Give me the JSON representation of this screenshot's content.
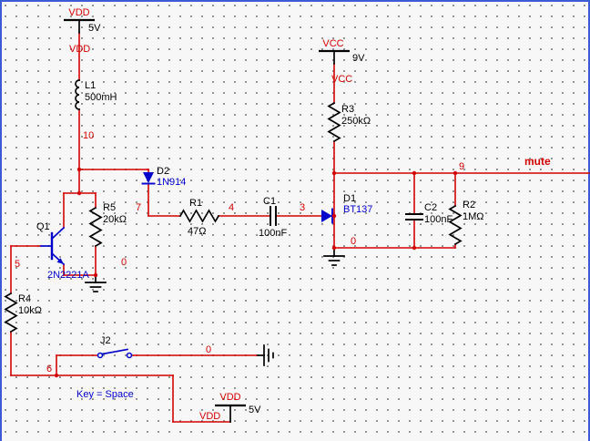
{
  "colors": {
    "wire": "#d40000",
    "component": "#000000",
    "virtual": "#0000cc",
    "bg": "#f7f7f7",
    "grid": "#8c8c8c",
    "border": "#3c5cd6"
  },
  "schematic": {
    "power_sources": {
      "vdd_top": {
        "label": "VDD",
        "voltage": "5V",
        "net_label": "VDD"
      },
      "vcc": {
        "label": "VCC",
        "voltage": "9V",
        "net_label": "VCC"
      },
      "vdd_bottom": {
        "label": "VDD",
        "voltage": "5V",
        "net_label": "VDD"
      }
    },
    "components": {
      "L1": {
        "ref": "L1",
        "value": "500mH"
      },
      "R1": {
        "ref": "R1",
        "value": "47Ω"
      },
      "R2": {
        "ref": "R2",
        "value": "1MΩ"
      },
      "R3": {
        "ref": "R3",
        "value": "250kΩ"
      },
      "R4": {
        "ref": "R4",
        "value": "10kΩ"
      },
      "R5": {
        "ref": "R5",
        "value": "20kΩ"
      },
      "C1": {
        "ref": "C1",
        "value": "100nF"
      },
      "C2": {
        "ref": "C2",
        "value": "100nF"
      },
      "D1": {
        "ref": "D1",
        "model": "BT137"
      },
      "D2": {
        "ref": "D2",
        "model": "1N914"
      },
      "Q1": {
        "ref": "Q1",
        "model": "2N2221A"
      },
      "J2": {
        "ref": "J2",
        "key": "Key = Space"
      }
    },
    "net_labels": {
      "n3": "3",
      "n4": "4",
      "n5": "5",
      "n6": "6",
      "n7": "7",
      "n9": "9",
      "n10": "10",
      "n0_r5": "0",
      "n0_d1": "0",
      "n0_j2": "0",
      "mute": "mute"
    }
  }
}
